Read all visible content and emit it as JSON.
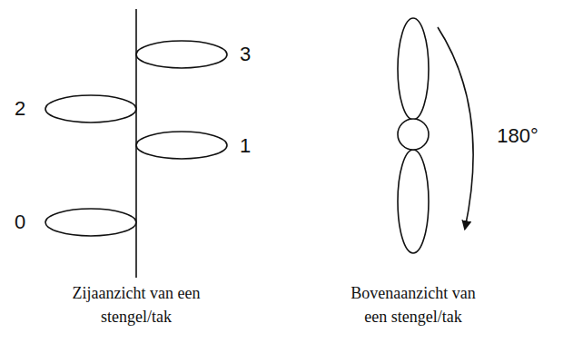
{
  "diagram": {
    "labels": [
      "3",
      "2",
      "1",
      "0",
      "180°",
      "Zijaanzicht van een stengel/tak",
      "Bovenaanzicht van een stengel/tak"
    ]
  }
}
